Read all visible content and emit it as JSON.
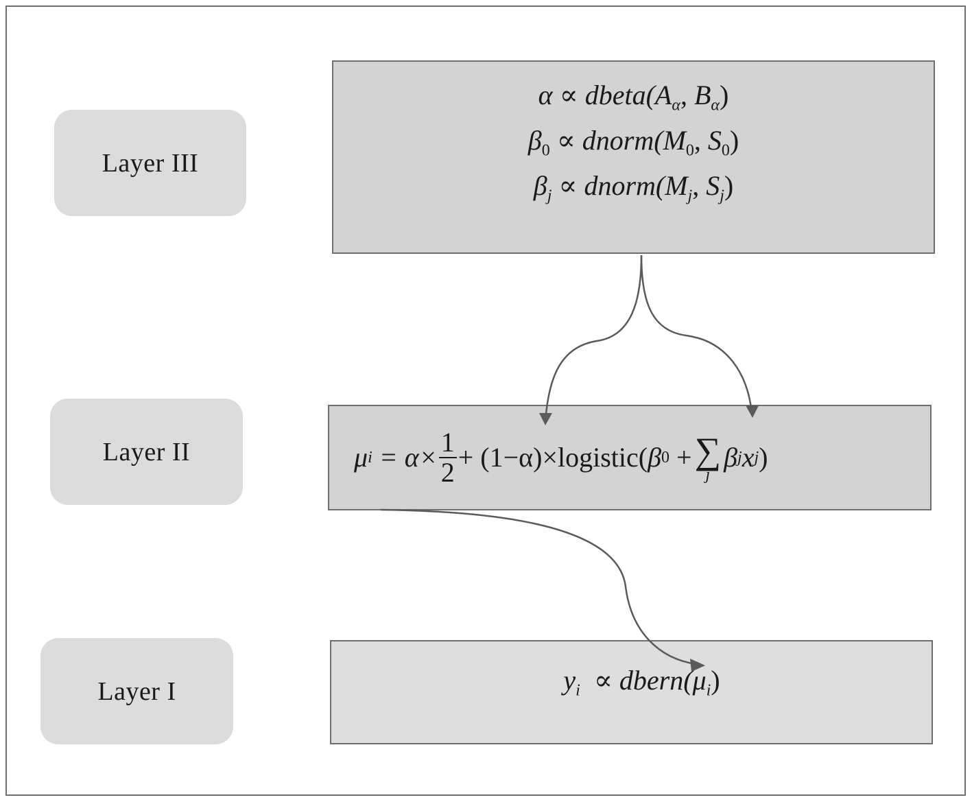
{
  "labels": {
    "layer3": "Layer III",
    "layer2": "Layer II",
    "layer1": "Layer I"
  },
  "layer3_equations": {
    "alpha_lhs": "α",
    "alpha_rhs": "dbeta(",
    "alpha_a": "A",
    "alpha_a_sub": "α",
    "alpha_b": "B",
    "alpha_b_sub": "α",
    "beta0_lhs": "β",
    "beta0_lhs_sub": "0",
    "beta0_rhs": "dnorm(",
    "beta0_m": "M",
    "beta0_m_sub": "0",
    "beta0_s": "S",
    "beta0_s_sub": "0",
    "betaj_lhs": "β",
    "betaj_lhs_sub": "j",
    "betaj_rhs": "dnorm(",
    "betaj_m": "M",
    "betaj_m_sub": "j",
    "betaj_s": "S",
    "betaj_s_sub": "j",
    "proportional": "∝"
  },
  "layer2_equation": {
    "mu": "μ",
    "mu_sub": "i",
    "eq_alpha": " = α×",
    "frac_num": "1",
    "frac_den": "2",
    "middle": "+ (1−α)×logistic(",
    "beta0": "β",
    "beta0_sub": "0",
    "plus": " +",
    "sigma": "∑",
    "sigma_idx": "j",
    "betaj": "β",
    "betaj_sub": "j",
    "x": "x",
    "x_sub": "j",
    "close": ")"
  },
  "layer1_equation": {
    "y": "y",
    "y_sub": "i",
    "rhs": " ∝ dbern(",
    "mu": "μ",
    "mu_sub": "i",
    "close": ")"
  },
  "colors": {
    "label_fill": "#dcdcdc",
    "layer3_fill": "#d3d3d3",
    "layer2_fill": "#d3d3d3",
    "layer1_fill": "#dedede",
    "border": "#6e6e6e",
    "arrow": "#5a5a5a"
  }
}
